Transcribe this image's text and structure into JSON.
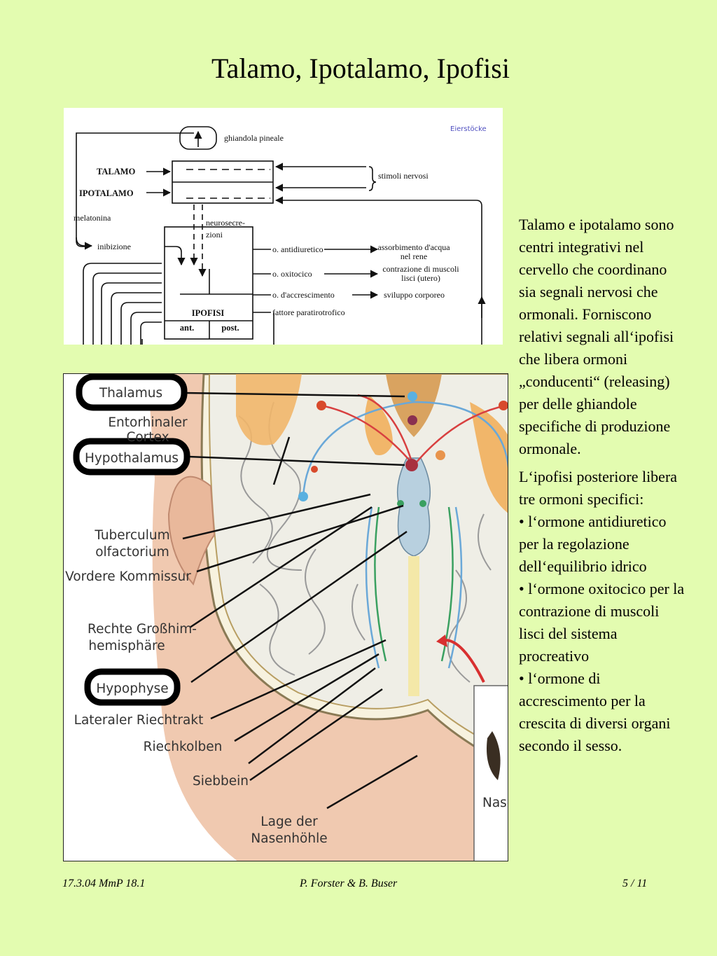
{
  "slide": {
    "title": "Talamo, Ipotalamo, Ipofisi"
  },
  "top_diagram": {
    "corner_label": "Eierstöcke",
    "pineal": "ghiandola pineale",
    "talamo": "TALAMO",
    "ipotalamo": "IPOTALAMO",
    "stimoli": "stimoli nervosi",
    "melatonina": "melatonina",
    "neurosecrezioni_1": "neurosecre-",
    "neurosecrezioni_2": "zioni",
    "inibizione": "inibizione",
    "antidiuretico": "o. antidiuretico",
    "oxitocico": "o. oxitocico",
    "accrescimento": "o. d'accrescimento",
    "paratiro": "fattore paratirotrofico",
    "assorbimento_1": "assorbimento d'acqua",
    "assorbimento_2": "nel rene",
    "contrazione_1": "contrazione di muscoli",
    "contrazione_2": "lisci (utero)",
    "sviluppo": "sviluppo corporeo",
    "ipofisi": "IPOFISI",
    "ant": "ant.",
    "post": "post."
  },
  "brain_figure": {
    "labels": {
      "thalamus": "Thalamus",
      "entorhinaler_1": "Entorhinaler",
      "entorhinaler_2": "Cortex",
      "hypothalamus": "Hypothalamus",
      "tuberculum_1": "Tuberculum",
      "tuberculum_2": "olfactorium",
      "vordere": "Vordere Kommissur",
      "rechte_1": "Rechte Großhim-",
      "rechte_2": "hemisphäre",
      "hypophyse": "Hypophyse",
      "lateraler": "Lateraler Riechtrakt",
      "riechkolben": "Riechkolben",
      "siebbein": "Siebbein",
      "lage_1": "Lage der",
      "lage_2": "Nasenhöhle",
      "nase": "Nase"
    }
  },
  "side_text": {
    "paragraph_1": "Talamo e ipotalamo sono centri integrativi nel cervello che coordinano sia segnali nervosi che ormonali. Forniscono relativi segnali all‘ipofisi che libera ormoni „conducenti“ (releasing) per delle ghiandole specifiche di produzione ormonale.",
    "paragraph_2_intro": "L‘ipofisi posteriore libera tre ormoni specifici:",
    "bullets": [
      "• l‘ormone antidiuretico per la regolazione dell‘equilibrio idrico",
      "• l‘ormone oxitocico per la contrazione di muscoli lisci del sistema procreativo",
      "• l‘ormone di accrescimento per la crescita di diversi organi secondo il sesso."
    ]
  },
  "footer": {
    "left": "17.3.04  MmP 18.1",
    "center": "P. Forster & B. Buser",
    "right": "5 / 11"
  }
}
